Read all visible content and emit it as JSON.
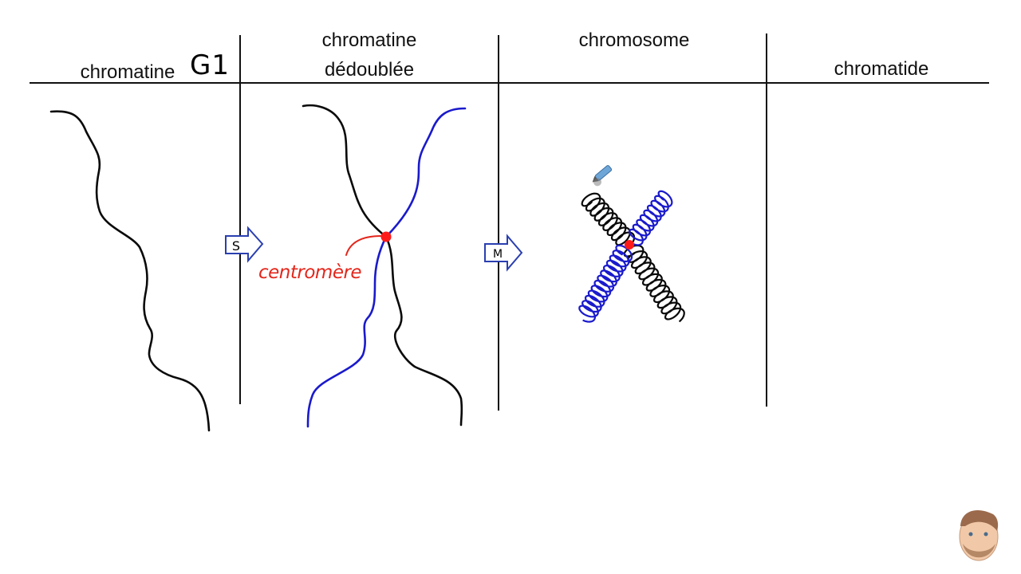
{
  "columns": [
    {
      "title": "chromatine",
      "suffix": "G1"
    },
    {
      "title_line1": "chromatine",
      "title_line2": "dédoublée"
    },
    {
      "title": "chromosome"
    },
    {
      "title": "chromatide"
    }
  ],
  "arrows": [
    {
      "label": "S"
    },
    {
      "label": "M"
    }
  ],
  "annotation": {
    "label": "centromère",
    "color": "#e3261b"
  },
  "colors": {
    "strand_a": "#0a0a0a",
    "strand_b": "#1a1acc",
    "centromere": "#ff1a1a",
    "grid": "#111111"
  },
  "overlay": {
    "pen_cursor": "pen-icon",
    "presenter": "avatar"
  }
}
